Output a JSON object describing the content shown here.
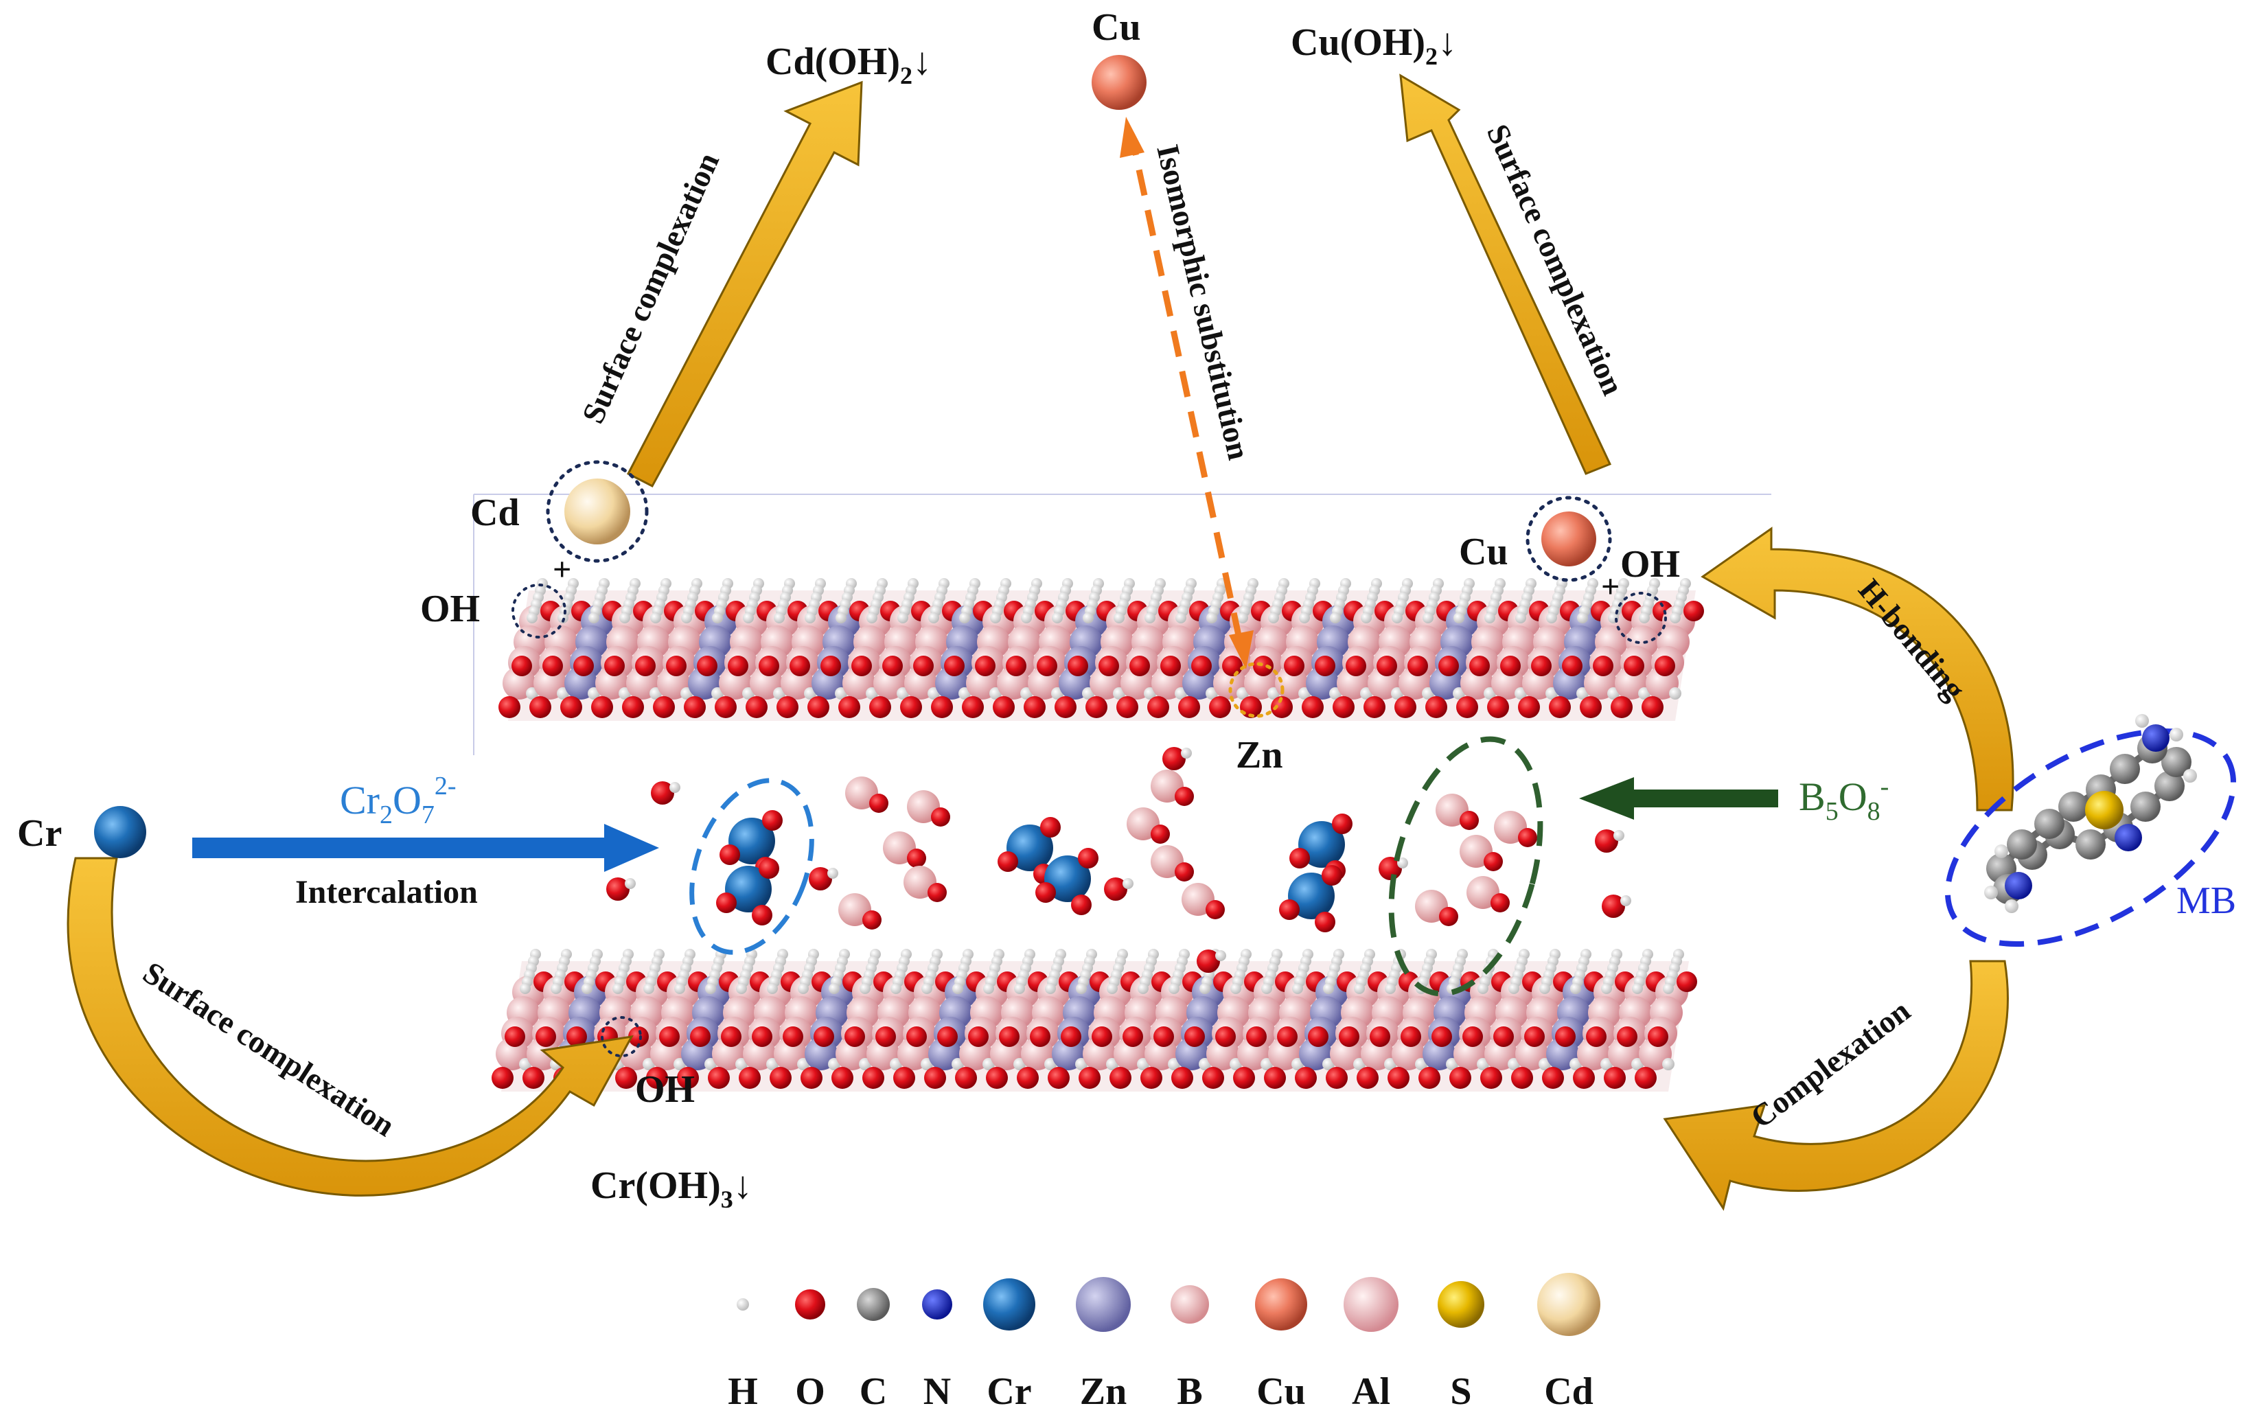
{
  "labels": {
    "cd_oh2": "Cd(OH)",
    "cd_oh2_sub": "2",
    "cd_oh2_arrow": "↓",
    "cu_top": "Cu",
    "cu_oh2": "Cu(OH)",
    "cu_oh2_sub": "2",
    "cu_oh2_arrow": "↓",
    "surface_left": "Surface complexation",
    "surface_right": "Surface complexation",
    "surface_bottom": "Surface complexation",
    "isomorphic": "Isomorphic substitution",
    "cd": "Cd",
    "cu_mid": "Cu",
    "oh_left": "OH",
    "oh_right": "OH",
    "oh_bottom": "OH",
    "plus": "+",
    "zn": "Zn",
    "cr": "Cr",
    "cr2o7_a": "Cr",
    "cr2o7_b": "2",
    "cr2o7_c": "O",
    "cr2o7_d": "7",
    "cr2o7_e": "2-",
    "intercalation": "Intercalation",
    "b5o8_a": "B",
    "b5o8_b": "5",
    "b5o8_c": "O",
    "b5o8_d": "8",
    "b5o8_e": "-",
    "mb": "MB",
    "h_bonding": "H-bonding",
    "complexation": "Complexation",
    "cr_oh3": "Cr(OH)",
    "cr_oh3_sub": "3",
    "cr_oh3_arrow": "↓"
  },
  "legend": [
    {
      "symbol": "H",
      "color": "#f2f2f2"
    },
    {
      "symbol": "O",
      "color": "#e0101a"
    },
    {
      "symbol": "C",
      "color": "#8a8a8a"
    },
    {
      "symbol": "N",
      "color": "#1020d0"
    },
    {
      "symbol": "Cr",
      "color": "#1f6fb8"
    },
    {
      "symbol": "Zn",
      "color": "#8c8cc0"
    },
    {
      "symbol": "B",
      "color": "#f2b6b8"
    },
    {
      "symbol": "Cu",
      "color": "#ec7a5e"
    },
    {
      "symbol": "Al",
      "color": "#f3b3b8"
    },
    {
      "symbol": "S",
      "color": "#e6b800"
    },
    {
      "symbol": "Cd",
      "color": "#f2d7a0"
    }
  ],
  "colors": {
    "gold_arrow": "#f0b01a",
    "blue_arrow": "#1668c8",
    "green_arrow": "#1f4f1f",
    "orange_dash": "#f07a1e",
    "mb_blue": "#2233dd",
    "cr2o7_text": "#2a7fd4",
    "b5o8_text": "#2f6b2f"
  }
}
